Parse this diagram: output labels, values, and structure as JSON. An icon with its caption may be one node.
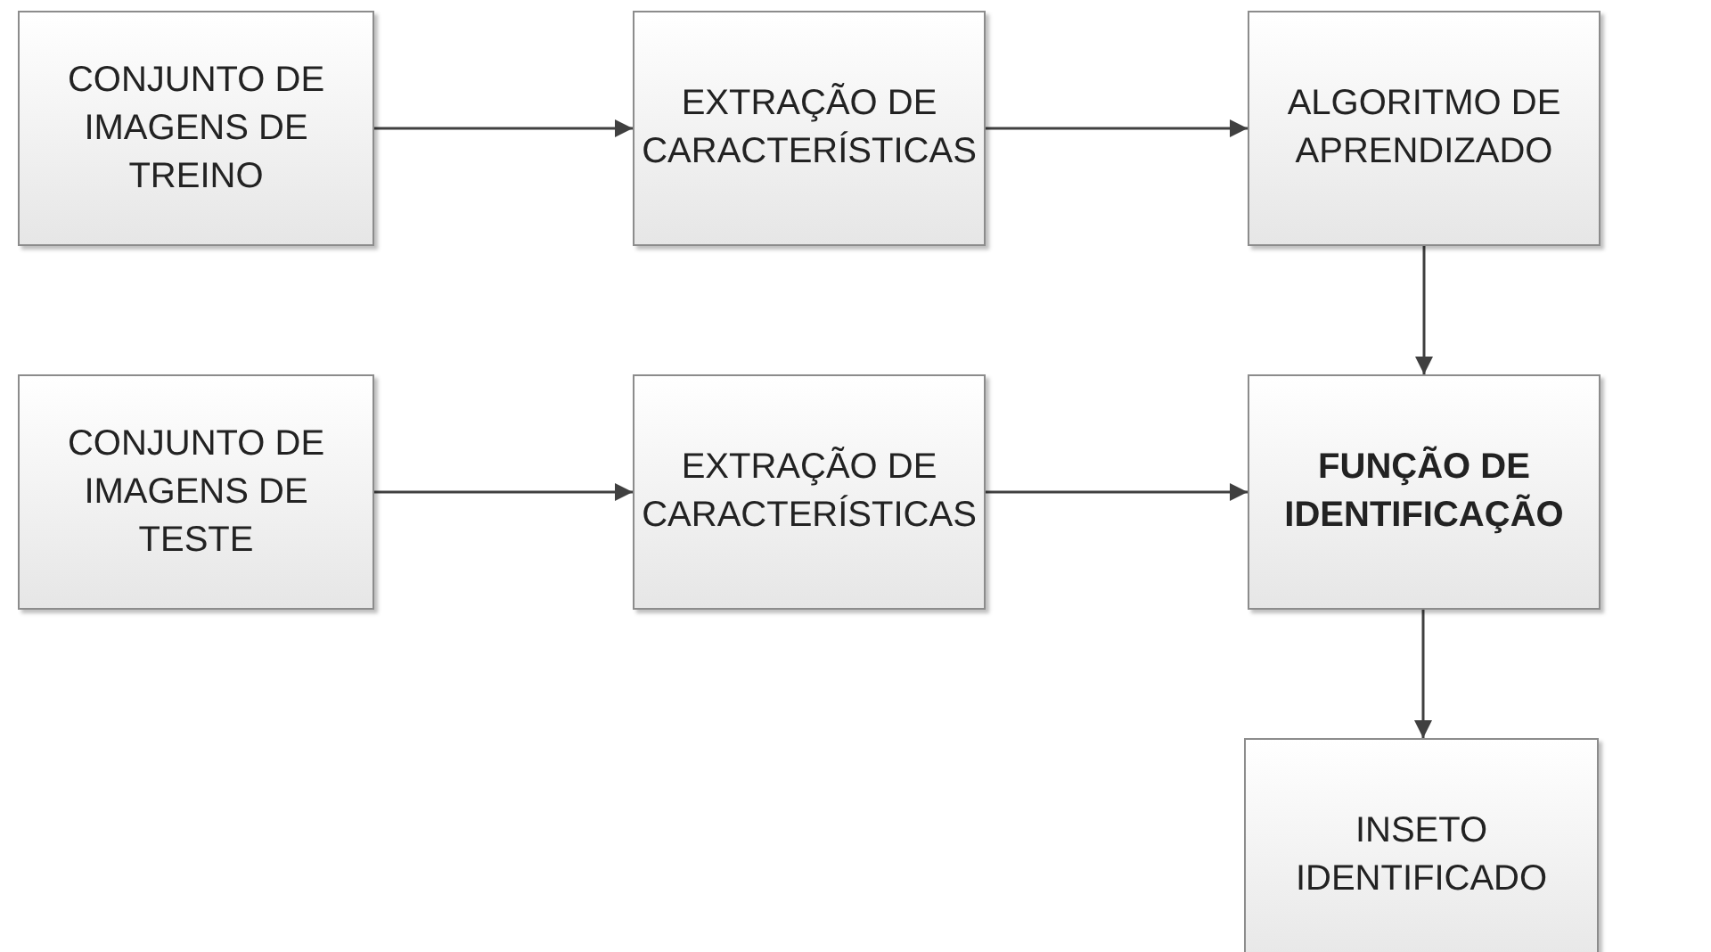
{
  "diagram": {
    "nodes": [
      {
        "text": [
          "CONJUNTO DE IMAGENS DE TREINO"
        ]
      },
      {
        "text": [
          "EXTRAÇÃO DE CARACTERÍSTICAS"
        ]
      },
      {
        "text": [
          "ALGORITMO DE APRENDIZADO"
        ]
      },
      {
        "text": [
          "CONJUNTO DE IMAGENS DE TESTE"
        ]
      },
      {
        "text": [
          "EXTRAÇÃO DE CARACTERÍSTICAS"
        ]
      },
      {
        "text": [
          "FUNÇÃO DE IDENTIFICAÇÃO"
        ]
      },
      {
        "text": [
          "INSETO IDENTIFICADO"
        ]
      }
    ],
    "edges": [
      {
        "from": 0,
        "to": 1,
        "arrow": "to"
      },
      {
        "from": 1,
        "to": 2,
        "arrow": "to"
      },
      {
        "from": 2,
        "to": 5,
        "arrow": "to"
      },
      {
        "from": 3,
        "to": 4,
        "arrow": "to"
      },
      {
        "from": 4,
        "to": 5,
        "arrow": "to"
      },
      {
        "from": 5,
        "to": 6,
        "arrow": "to"
      }
    ]
  }
}
